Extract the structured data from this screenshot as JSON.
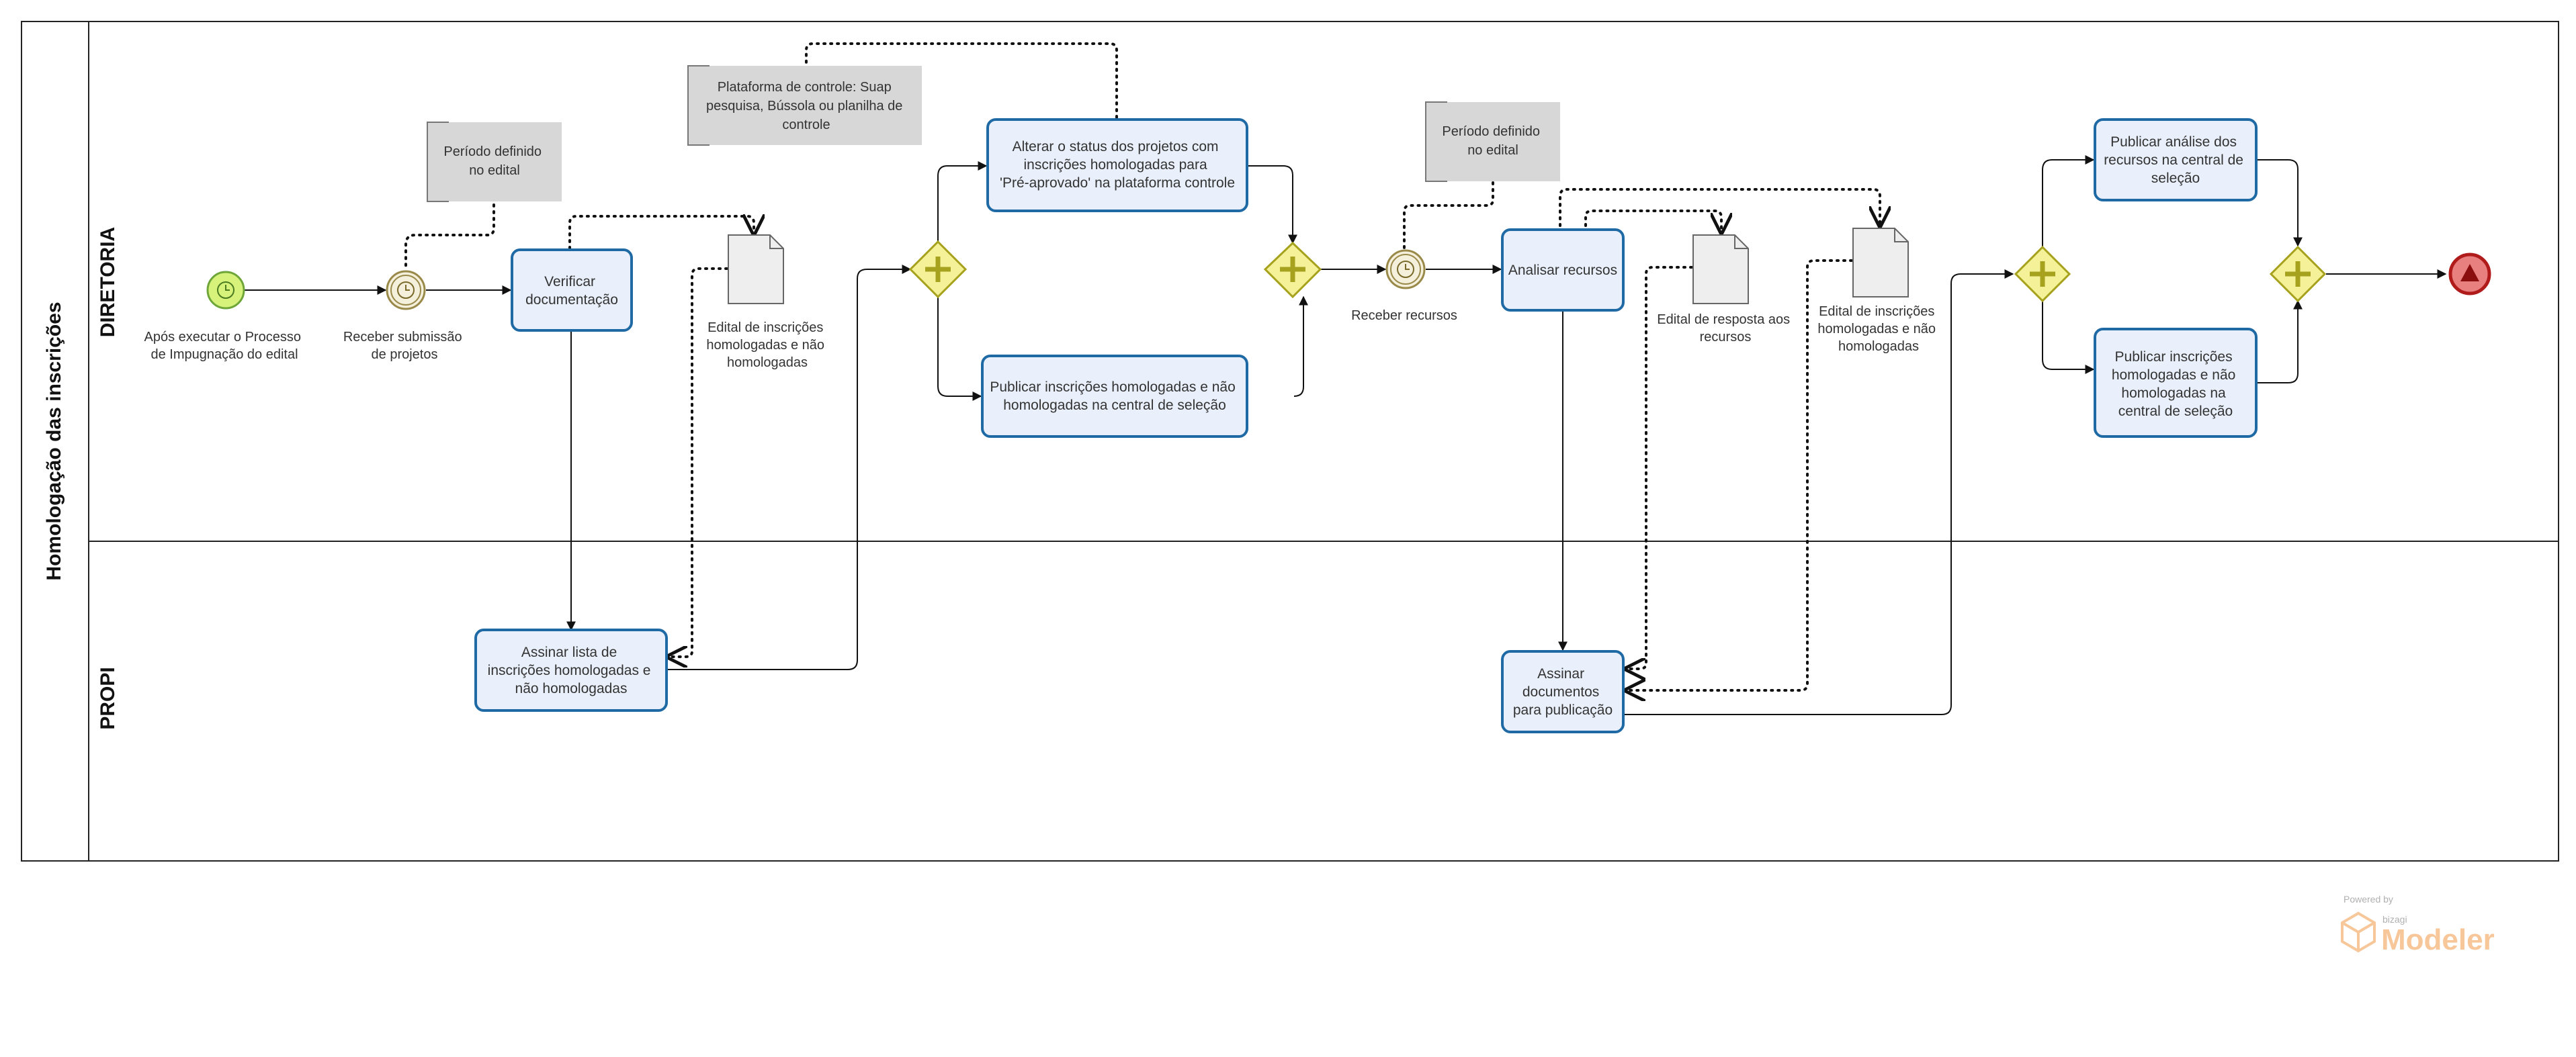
{
  "pool": {
    "title": "Homologação das inscrições"
  },
  "lanes": [
    {
      "name": "DIRETORIA"
    },
    {
      "name": "PROPI"
    }
  ],
  "events": {
    "start": [
      "Após executar o Processo",
      "de Impugnação do edital"
    ],
    "timer_submission": [
      "Receber submissão",
      "de projetos"
    ],
    "timer_resources": [
      "Receber recursos"
    ],
    "end": []
  },
  "tasks": {
    "verify_docs": [
      "Verificar",
      "documentação"
    ],
    "change_status": [
      "Alterar o status dos projetos com",
      "inscrições homologadas para",
      "'Pré-aprovado' na plataforma controle"
    ],
    "publish_entries": [
      "Publicar inscrições homologadas e não",
      "homologadas na central de seleção"
    ],
    "analyze_resources": [
      "Analisar recursos"
    ],
    "publish_analysis": [
      "Publicar análise dos",
      "recursos na central de",
      "seleção"
    ],
    "publish_entries_2": [
      "Publicar inscrições",
      "homologadas e não",
      "homologadas na",
      "central de seleção"
    ],
    "sign_list": [
      "Assinar  lista de",
      "inscrições homologadas e",
      "não homologadas"
    ],
    "sign_docs": [
      "Assinar",
      "documentos",
      "para publicação"
    ]
  },
  "annotations": {
    "period_1": [
      "Período definido",
      "no edital"
    ],
    "platform": [
      "Plataforma de controle: Suap",
      "pesquisa, Bússola ou planilha de",
      "controle"
    ],
    "period_2": [
      "Período definido",
      "no edital"
    ]
  },
  "documents": {
    "doc_entries": [
      "Edital de inscrições",
      "homologadas e não",
      "homologadas"
    ],
    "doc_response": [
      "Edital de resposta aos",
      "recursos"
    ],
    "doc_entries_2": [
      "Edital de  inscrições",
      "homologadas e não",
      "homologadas"
    ]
  },
  "branding": {
    "powered_by": "Powered by",
    "bizagi": "bizagi",
    "product": "Modeler"
  },
  "colors": {
    "task_fill": "#e9f0fb",
    "task_stroke": "#1f6aa5",
    "gateway_fill": "#f4f199",
    "gateway_stroke": "#a6a21d",
    "start_fill": "#d6f27a",
    "start_stroke": "#6ea63a",
    "end_fill": "#e8807f",
    "end_stroke": "#b01b1b",
    "annotation_fill": "#d7d7d7",
    "brand": "#f7c79a"
  }
}
